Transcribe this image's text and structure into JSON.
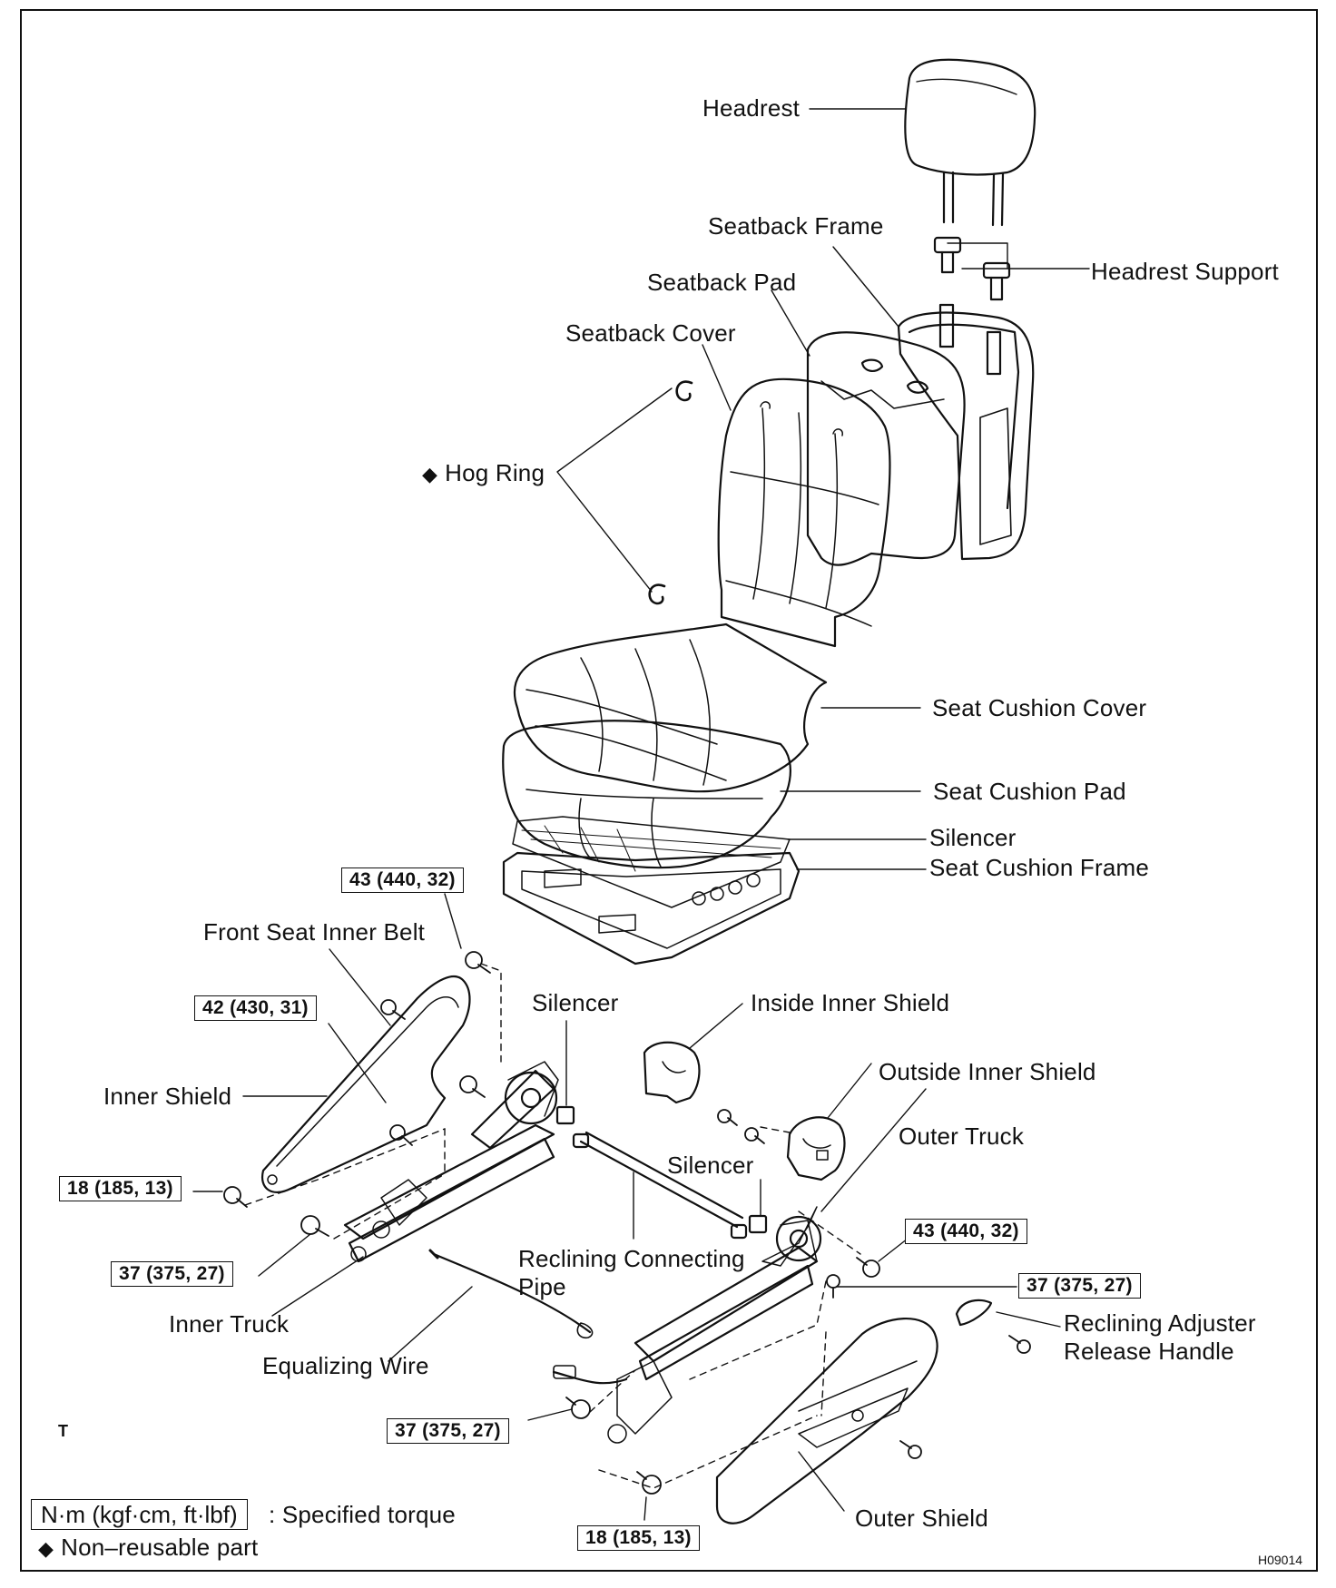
{
  "parts": {
    "headrest": "Headrest",
    "seatback_frame": "Seatback Frame",
    "headrest_support": "Headrest Support",
    "seatback_pad": "Seatback Pad",
    "seatback_cover": "Seatback Cover",
    "hog_ring": "Hog Ring",
    "seat_cushion_cover": "Seat Cushion Cover",
    "seat_cushion_pad": "Seat Cushion Pad",
    "silencer_top": "Silencer",
    "seat_cushion_frame": "Seat Cushion Frame",
    "front_seat_inner_belt": "Front Seat Inner Belt",
    "silencer_mid": "Silencer",
    "inside_inner_shield": "Inside Inner Shield",
    "outside_inner_shield": "Outside Inner Shield",
    "inner_shield": "Inner Shield",
    "outer_truck": "Outer Truck",
    "silencer_low": "Silencer",
    "reclining_connecting_pipe_1": "Reclining Connecting",
    "reclining_connecting_pipe_2": "Pipe",
    "inner_truck": "Inner Truck",
    "equalizing_wire": "Equalizing Wire",
    "reclining_adjuster_1": "Reclining Adjuster",
    "reclining_adjuster_2": "Release Handle",
    "outer_shield": "Outer Shield"
  },
  "torques": {
    "t43_top": "43 (440, 32)",
    "t42": "42 (430, 31)",
    "t18_left": "18 (185, 13)",
    "t37_left": "37 (375, 27)",
    "t43_right": "43 (440, 32)",
    "t37_right": "37 (375, 27)",
    "t37_bottom": "37 (375, 27)",
    "t18_bottom": "18 (185, 13)"
  },
  "legend": {
    "torque_box": "N·m (kgf·cm, ft·lbf)",
    "torque_text": ": Specified torque",
    "nonreusable_symbol": "◆",
    "nonreusable_text": "Non–reusable part"
  },
  "codes": {
    "corner_mark": "T",
    "figure_id": "H09014"
  }
}
